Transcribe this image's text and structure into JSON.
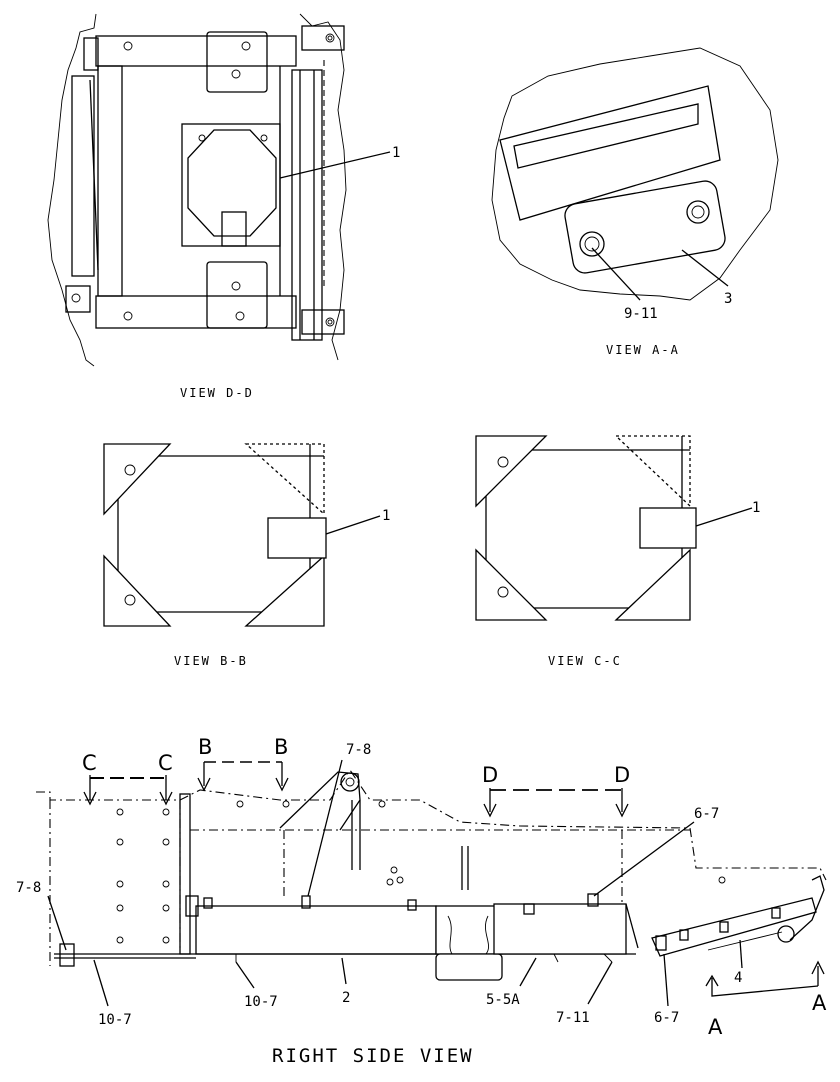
{
  "views": {
    "d_d": "VIEW D-D",
    "a_a": "VIEW A-A",
    "b_b": "VIEW B-B",
    "c_c": "VIEW C-C",
    "right_side": "RIGHT SIDE VIEW"
  },
  "callouts": {
    "dd_1": "1",
    "aa_3": "3",
    "aa_9_11": "9-11",
    "bb_1": "1",
    "cc_1": "1",
    "rs_7_8_top": "7-8",
    "rs_6_7_top": "6-7",
    "rs_7_8_left": "7-8",
    "rs_10_7_left": "10-7",
    "rs_10_7_mid": "10-7",
    "rs_2": "2",
    "rs_5_5a": "5-5A",
    "rs_7_11": "7-11",
    "rs_6_7_bottom": "6-7",
    "rs_4": "4"
  },
  "sections": {
    "c_left": "C",
    "c_right": "C",
    "b_left": "B",
    "b_right": "B",
    "d_left": "D",
    "d_right": "D",
    "a_left": "A",
    "a_right": "A"
  }
}
